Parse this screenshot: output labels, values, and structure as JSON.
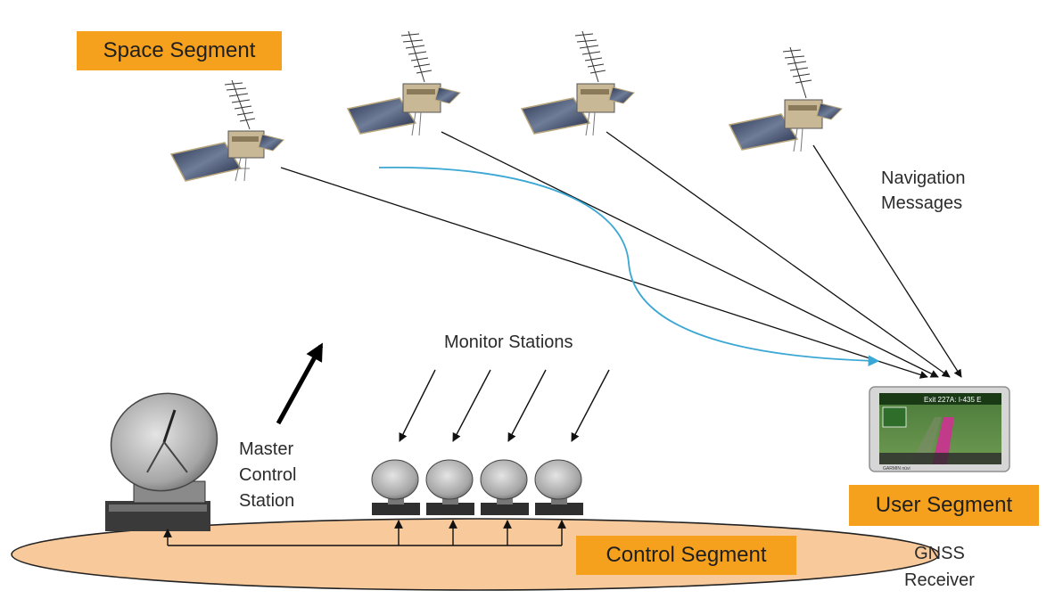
{
  "labels": {
    "space_segment": "Space Segment",
    "user_segment": "User Segment",
    "control_segment": "Control Segment",
    "navigation_messages_line1": "Navigation",
    "navigation_messages_line2": "Messages",
    "monitor_stations": "Monitor Stations",
    "master_line1": "Master",
    "master_line2": "Control",
    "master_line3": "Station",
    "receiver_line1": "GNSS",
    "receiver_line2": "Receiver"
  },
  "device_screen": {
    "exit_text": "Exit 227A: I-435 E",
    "brand": "GARMIN nüvi"
  },
  "colors": {
    "segment_label": "#f6a11e",
    "ground_fill": "#f8c99a",
    "uplink_curve": "#3aa7d4",
    "message_lines": "#111111"
  }
}
